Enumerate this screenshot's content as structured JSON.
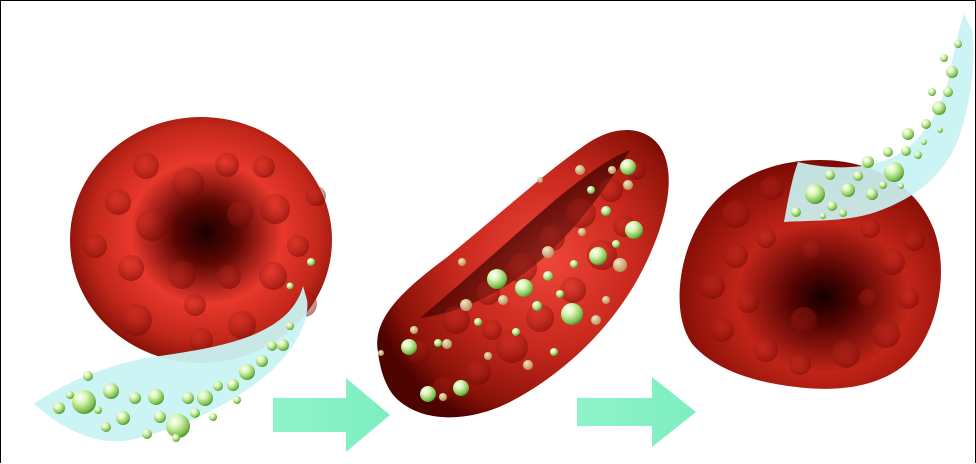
{
  "figure": {
    "stages": [
      {
        "id": "normal-cell",
        "shape": "biconcave-disc"
      },
      {
        "id": "sickle-cell",
        "shape": "crescent"
      },
      {
        "id": "recovered-cell",
        "shape": "irregular-round"
      }
    ],
    "arrows": [
      {
        "from": "normal-cell",
        "to": "sickle-cell"
      },
      {
        "from": "sickle-cell",
        "to": "recovered-cell"
      }
    ],
    "colors": {
      "cell_light": "#e8322a",
      "cell_mid": "#b01d12",
      "cell_dark": "#2a0000",
      "stream": "#c9f3f3",
      "bubble": "#9fd06e",
      "bubble_highlight": "#f2ffe6",
      "arrow": "#86f2c5",
      "frame": "#000000"
    }
  }
}
